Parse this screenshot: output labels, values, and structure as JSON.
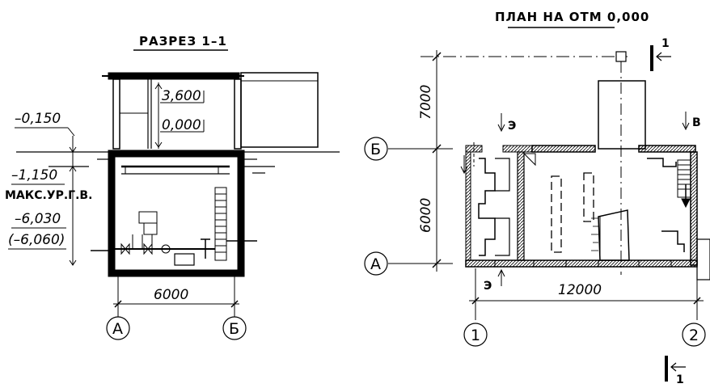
{
  "section": {
    "title": "РАЗРЕЗ 1–1",
    "elev_roof": "3,600",
    "elev_floor": "0,000",
    "elev_ground": "–0,150",
    "elev_under": "–1,150",
    "groundwater": "МАКС.УР.Г.В.",
    "elev_bottom": "–6,030",
    "elev_bottom_alt": "(–6,060)",
    "width_dim": "6000",
    "axis_a": "А",
    "axis_b": "Б"
  },
  "plan": {
    "title": "ПЛАН НА ОТМ 0,000",
    "dim_top": "7000",
    "dim_side": "6000",
    "dim_length": "12000",
    "axis_b": "Б",
    "axis_a": "А",
    "axis_1": "1",
    "axis_2": "2",
    "mark_e": "Э",
    "mark_e2": "Э",
    "mark_v": "В",
    "cut_label_top": "1",
    "cut_label_bottom": "1"
  }
}
